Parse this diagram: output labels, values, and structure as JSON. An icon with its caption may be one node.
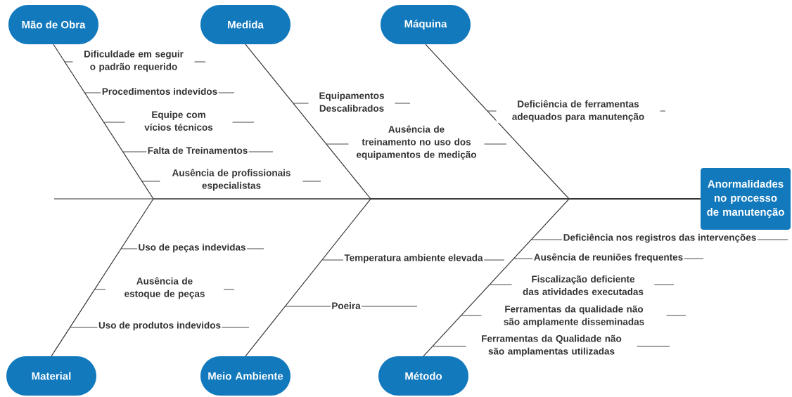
{
  "diagram": {
    "nodes": [
      {
        "text": [
          "Mão de Obra"
        ]
      },
      {
        "text": [
          "Medida"
        ]
      },
      {
        "text": [
          "Máquina"
        ]
      },
      {
        "text": [
          "Material"
        ]
      },
      {
        "text": [
          "Meio Ambiente"
        ]
      },
      {
        "text": [
          "Método"
        ]
      },
      {
        "text": [
          "Anormalidades no processo de manutenção"
        ]
      }
    ],
    "edges": [
      {
        "from": 0,
        "to": 6,
        "arrow": "none"
      },
      {
        "from": 1,
        "to": 6,
        "arrow": "none"
      },
      {
        "from": 2,
        "to": 6,
        "arrow": "none"
      },
      {
        "from": 3,
        "to": 6,
        "arrow": "none"
      },
      {
        "from": 4,
        "to": 6,
        "arrow": "none"
      },
      {
        "from": 5,
        "to": 6,
        "arrow": "none"
      }
    ],
    "labels": [
      "Dificuldade em seguir o padrão requerido",
      "Procedimentos indevidos",
      "Equipe com vícios técnicos",
      "Falta de Treinamentos",
      "Ausência de profissionais especialistas",
      "Equipamentos Descalibrados",
      "Ausência de treinamento no uso dos equipamentos de medição",
      "Deficiência de ferramentas adequados para manutenção",
      "Uso de peças indevidas",
      "Ausência de estoque de peças",
      "Uso de produtos indevidos",
      "Temperatura ambiente elevada",
      "Poeira",
      "Deficiência nos registros das intervenções",
      "Ausência de reuniões frequentes",
      "Fiscalização deficiente das atividades executadas",
      "Ferramentas da qualidade não são amplamente disseminadas",
      "Ferramentas da Qualidade não são amplamentas utilizadas"
    ]
  }
}
